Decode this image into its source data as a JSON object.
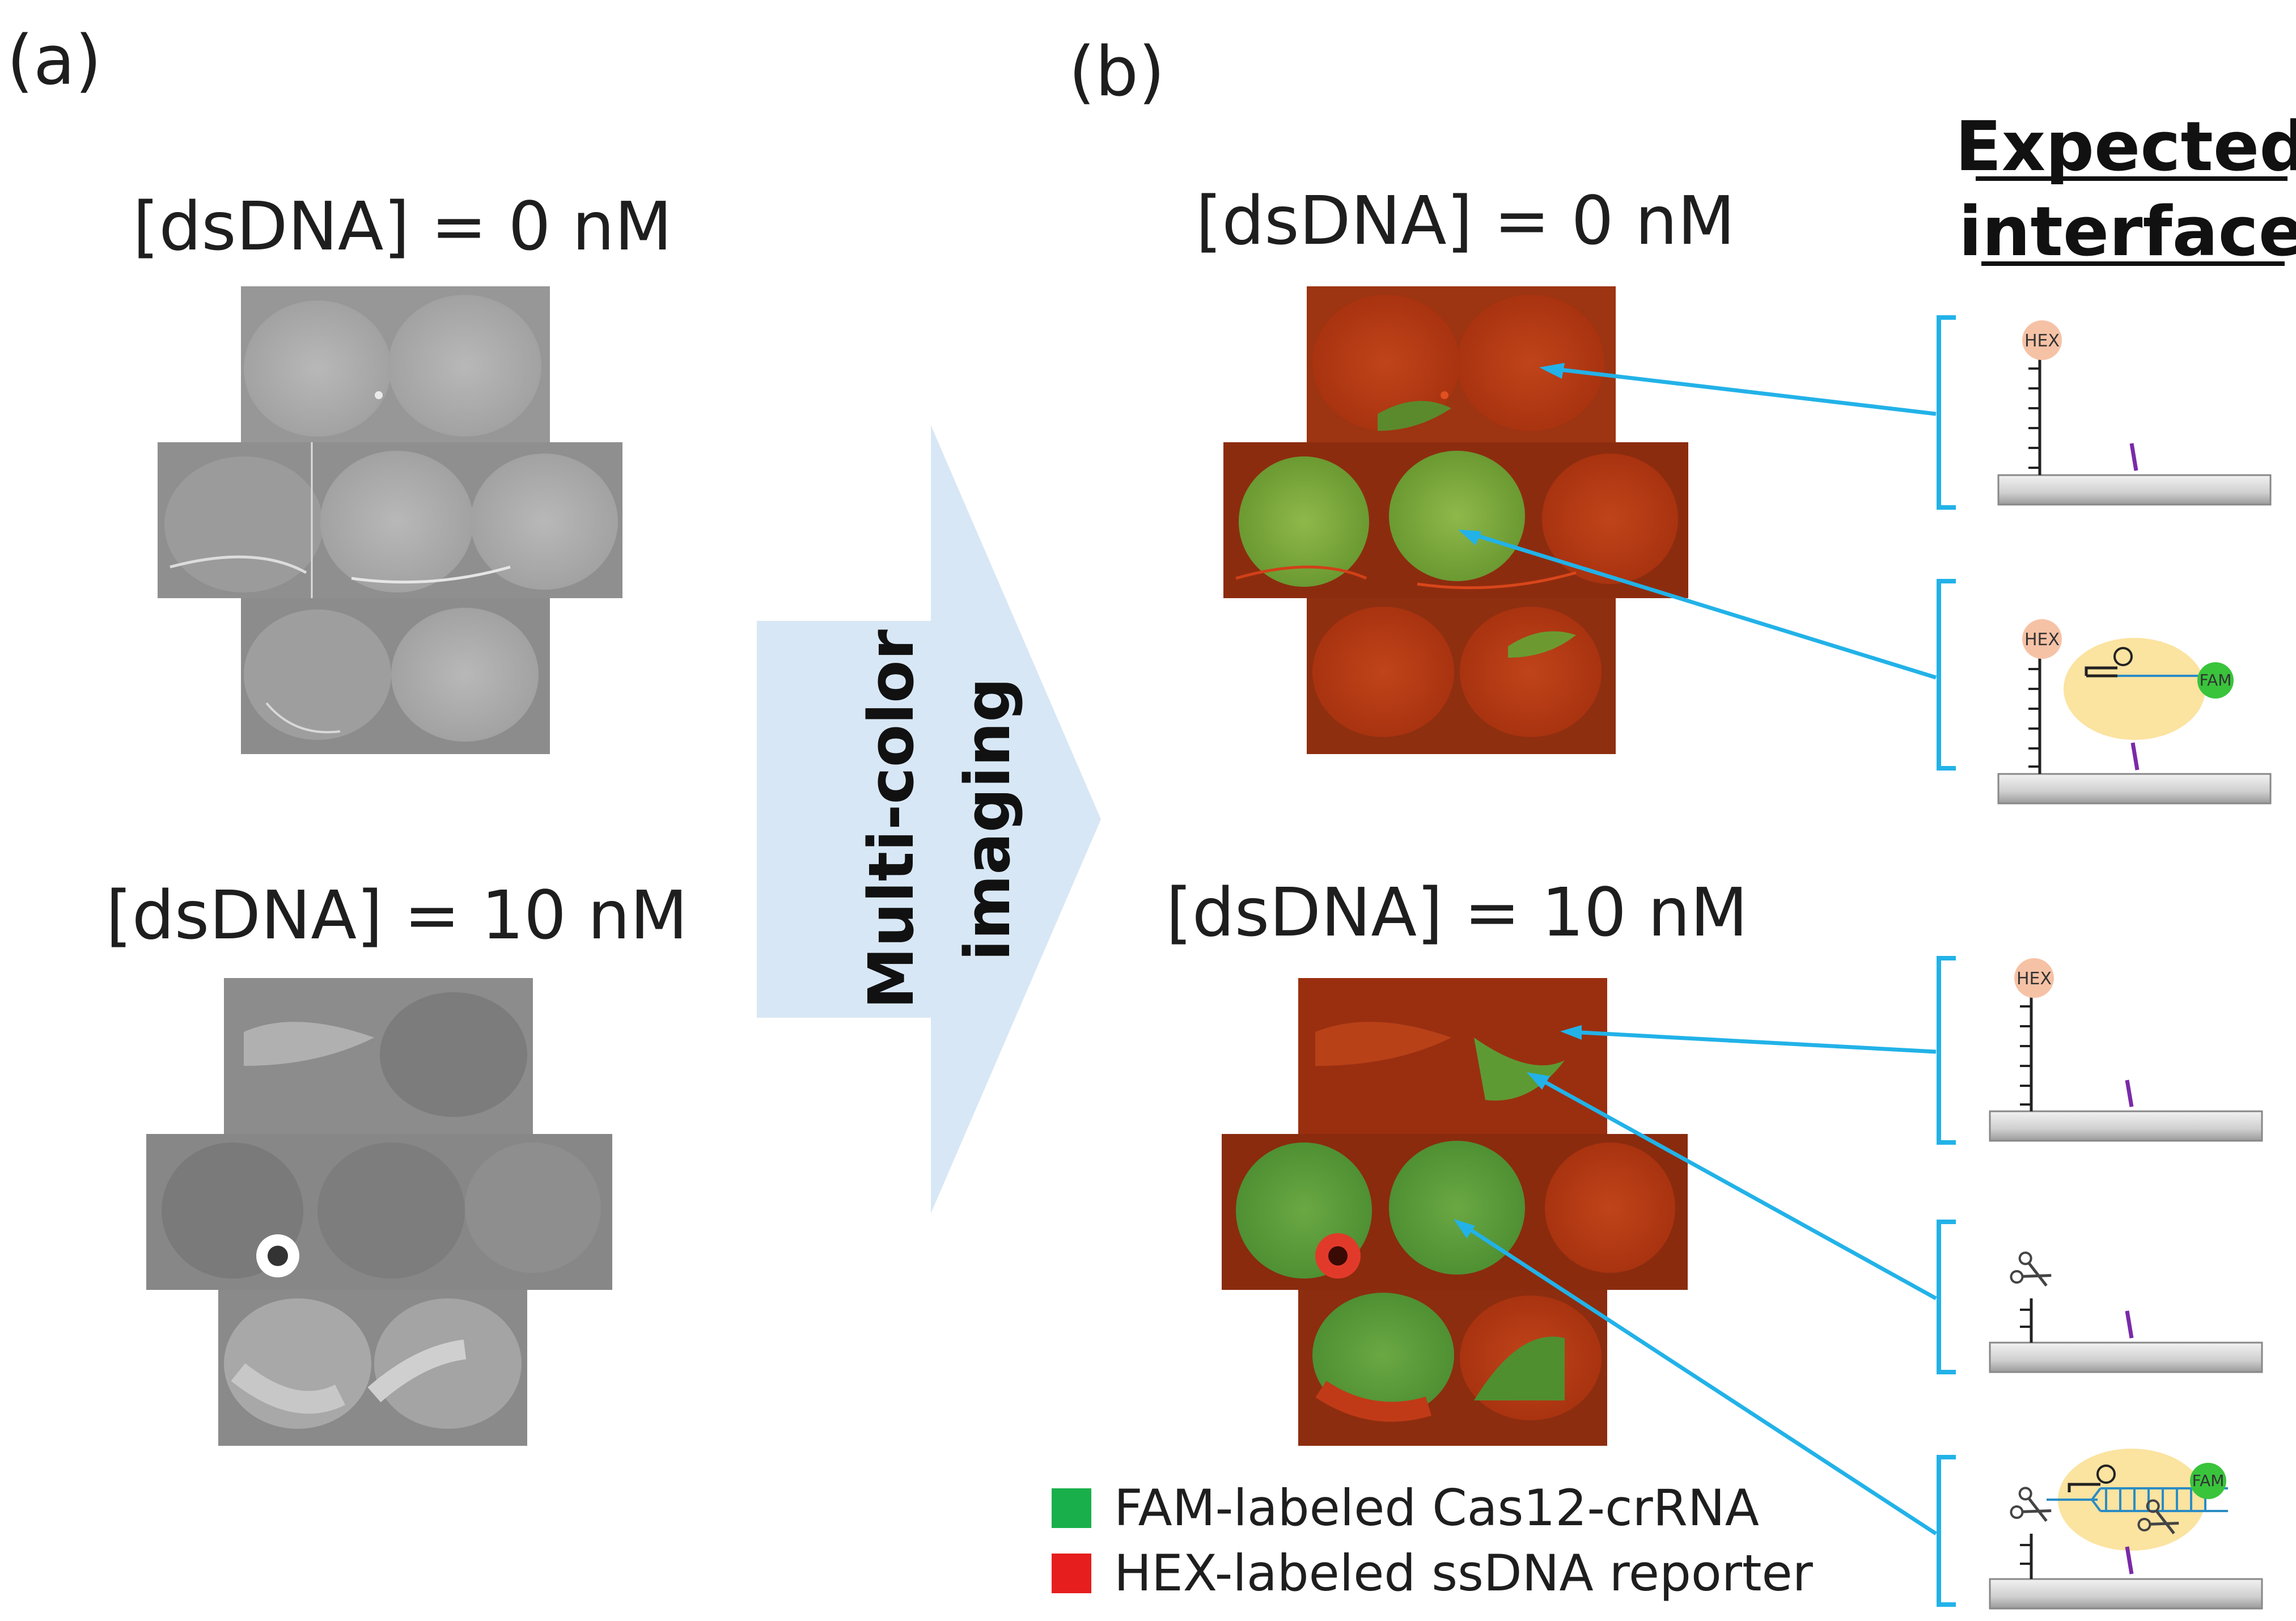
{
  "panels": {
    "a": {
      "label": "(a)"
    },
    "b": {
      "label": "(b)"
    }
  },
  "conditions": {
    "zero": "[dsDNA] = 0 nM",
    "ten": "[dsDNA] = 10 nM"
  },
  "arrow": {
    "line1": "Multi-color",
    "line2": "imaging"
  },
  "expected": {
    "line1": "Expected",
    "line2": "interface"
  },
  "schematic_labels": {
    "hex": "HEX",
    "fam": "FAM"
  },
  "legend": [
    {
      "color": "#19b04b",
      "text": "FAM-labeled Cas12-crRNA"
    },
    {
      "color": "#e61e1e",
      "text": "HEX-labeled ssDNA reporter"
    }
  ],
  "colors": {
    "arrow_fill": "#d8e7f5",
    "pointer": "#22b2e8",
    "gray_tile": "#9a9a9a",
    "red_tile": "#a8320e",
    "green_droplet": "#6ea83a",
    "fam": "#39c43c",
    "hex": "#f6c2a6",
    "cas12": "#fbe3a0",
    "marker": "#7a2aa8",
    "dna": "#2b8cc4"
  }
}
